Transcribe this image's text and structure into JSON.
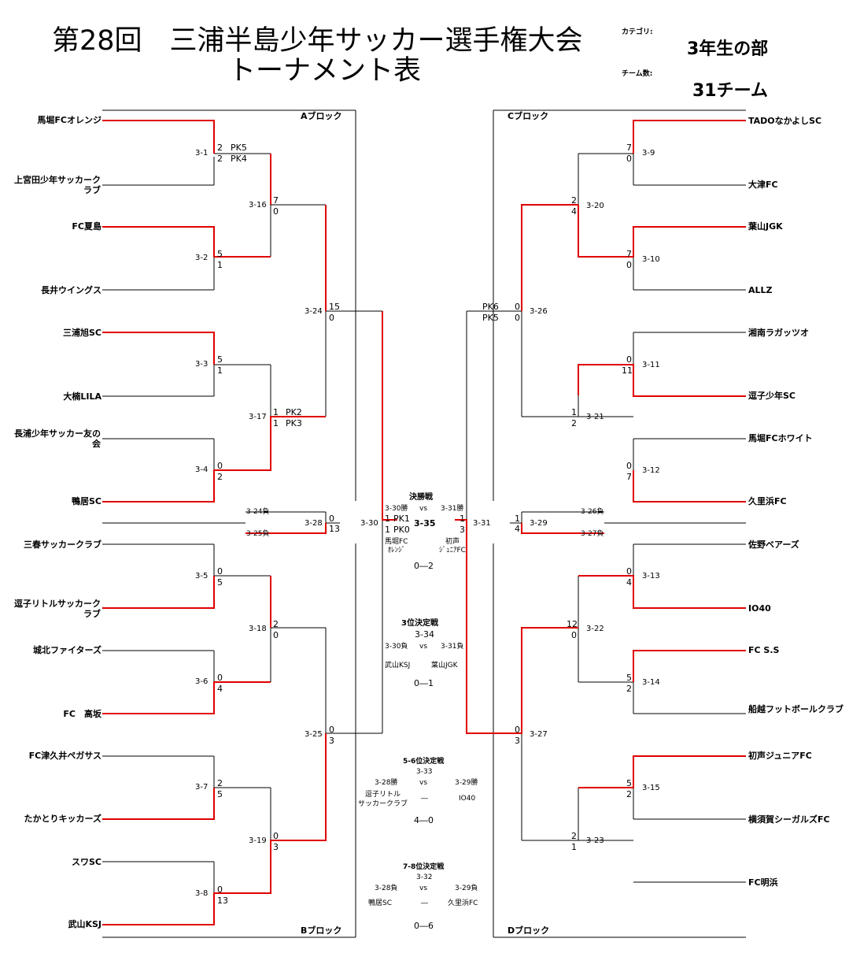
{
  "header": {
    "title": "第28回　三浦半島少年サッカー選手権大会",
    "subtitle": "トーナメント表",
    "category_label": "カテゴリ:",
    "category_value": "3年生の部",
    "teams_label": "チーム数:",
    "teams_value": "31チーム"
  },
  "blocks": {
    "a": "Aブロック",
    "b": "Bブロック",
    "c": "Cブロック",
    "d": "Dブロック"
  },
  "left_teams": [
    "馬堀FCオレンジ",
    "上宮田少年サッカークラブ",
    "FC夏島",
    "長井ウイングス",
    "三浦旭SC",
    "大楠LILA",
    "長浦少年サッカー友の会",
    "鴨居SC",
    "三春サッカークラブ",
    "逗子リトルサッカークラブ",
    "城北ファイターズ",
    "FC　高坂",
    "FC津久井ペガサス",
    "たかとりキッカーズ",
    "スワSC",
    "武山KSJ"
  ],
  "right_teams": [
    "TADOなかよしSC",
    "大津FC",
    "葉山JGK",
    "ALLZ",
    "湘南ラガッツオ",
    "逗子少年SC",
    "馬堀FCホワイト",
    "久里浜FC",
    "佐野ベアーズ",
    "IO40",
    "FC S.S",
    "船越フットボールクラブ",
    "初声ジュニアFC",
    "横須賀シーガルズFC",
    "FC明浜"
  ],
  "matches": {
    "m3_1": {
      "id": "3-1",
      "s1": "2",
      "s2": "2",
      "pk1": "PK5",
      "pk2": "PK4"
    },
    "m3_2": {
      "id": "3-2",
      "s1": "5",
      "s2": "1"
    },
    "m3_3": {
      "id": "3-3",
      "s1": "5",
      "s2": "1"
    },
    "m3_4": {
      "id": "3-4",
      "s1": "0",
      "s2": "2"
    },
    "m3_5": {
      "id": "3-5",
      "s1": "0",
      "s2": "5"
    },
    "m3_6": {
      "id": "3-6",
      "s1": "0",
      "s2": "4"
    },
    "m3_7": {
      "id": "3-7",
      "s1": "2",
      "s2": "5"
    },
    "m3_8": {
      "id": "3-8",
      "s1": "0",
      "s2": "13"
    },
    "m3_16": {
      "id": "3-16",
      "s1": "7",
      "s2": "0"
    },
    "m3_17": {
      "id": "3-17",
      "s1": "1",
      "s2": "1",
      "pk1": "PK2",
      "pk2": "PK3"
    },
    "m3_18": {
      "id": "3-18",
      "s1": "2",
      "s2": "0"
    },
    "m3_19": {
      "id": "3-19",
      "s1": "0",
      "s2": "3"
    },
    "m3_24": {
      "id": "3-24",
      "s1": "15",
      "s2": "0"
    },
    "m3_25": {
      "id": "3-25",
      "s1": "0",
      "s2": "3"
    },
    "m3_28": {
      "id": "3-28",
      "s1": "0",
      "s2": "13",
      "top": "3-24負",
      "bot": "3-25負"
    },
    "m3_30": {
      "id": "3-30",
      "s1": "1",
      "s2": "1",
      "pk1": "PK1",
      "pk2": "PK0"
    },
    "m3_9": {
      "id": "3-9",
      "s1": "7",
      "s2": "0"
    },
    "m3_10": {
      "id": "3-10",
      "s1": "7",
      "s2": "0"
    },
    "m3_11": {
      "id": "3-11",
      "s1": "0",
      "s2": "11"
    },
    "m3_12": {
      "id": "3-12",
      "s1": "0",
      "s2": "7"
    },
    "m3_13": {
      "id": "3-13",
      "s1": "0",
      "s2": "4"
    },
    "m3_14": {
      "id": "3-14",
      "s1": "5",
      "s2": "2"
    },
    "m3_15": {
      "id": "3-15",
      "s1": "5",
      "s2": "2"
    },
    "m3_20": {
      "id": "3-20",
      "s1": "2",
      "s2": "4"
    },
    "m3_21": {
      "id": "3-21",
      "s1": "1",
      "s2": "2"
    },
    "m3_22": {
      "id": "3-22",
      "s1": "12",
      "s2": "0"
    },
    "m3_23": {
      "id": "3-23",
      "s1": "2",
      "s2": "1"
    },
    "m3_26": {
      "id": "3-26",
      "s1": "0",
      "s2": "0",
      "pk1": "PK6",
      "pk2": "PK5"
    },
    "m3_27": {
      "id": "3-27",
      "s1": "0",
      "s2": "3"
    },
    "m3_29": {
      "id": "3-29",
      "s1": "1",
      "s2": "4",
      "top": "3-26負",
      "bot": "3-27負"
    },
    "m3_31": {
      "id": "3-31",
      "s1": "1",
      "s2": "3"
    }
  },
  "final": {
    "title": "決勝戦",
    "top_left": "3-30勝",
    "vs": "vs",
    "top_right": "3-31勝",
    "id": "3-35",
    "left_team": "馬堀FC\nｵﾚﾝｼﾞ",
    "right_team": "初声\nｼﾞｭﾆｱFC",
    "score": "0―2"
  },
  "third": {
    "title": "3位決定戦",
    "id": "3-34",
    "top_left": "3-30負",
    "vs": "vs",
    "top_right": "3-31負",
    "left_team": "武山KSJ",
    "right_team": "葉山JGK",
    "score": "0―1"
  },
  "fifth": {
    "title": "5-6位決定戦",
    "id": "3-33",
    "top_left": "3-28勝",
    "vs": "vs",
    "top_right": "3-29勝",
    "left_team": "逗子リトル\nサッカークラブ",
    "dash": "―",
    "right_team": "IO40",
    "score": "4―0"
  },
  "seventh": {
    "title": "7-8位決定戦",
    "id": "3-32",
    "top_left": "3-28負",
    "vs": "vs",
    "top_right": "3-29負",
    "left_team": "鴨居SC",
    "dash": "―",
    "right_team": "久里浜FC",
    "score": "0―6"
  },
  "colors": {
    "win": "#e00000",
    "line": "#000000"
  }
}
